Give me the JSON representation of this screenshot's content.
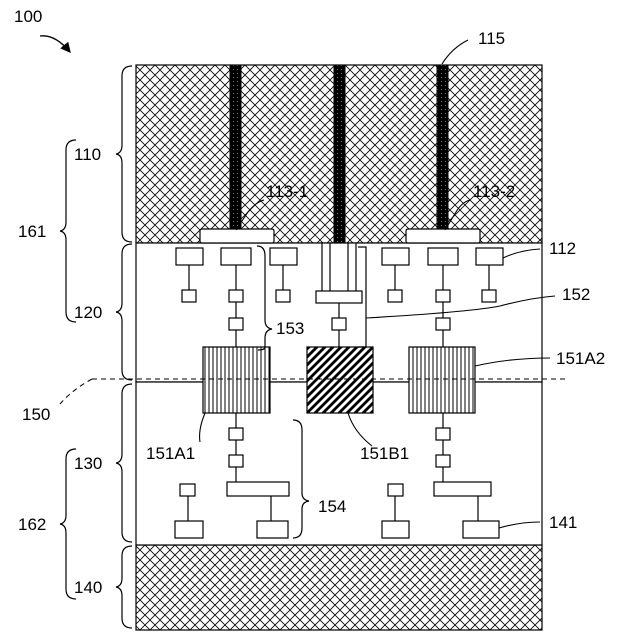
{
  "figure": {
    "ref_main": "100",
    "regions": {
      "r110": "110",
      "r120": "120",
      "r130": "130",
      "r140": "140",
      "r161": "161",
      "r162": "162"
    },
    "labels": {
      "via": "115",
      "pad1": "113-1",
      "pad2": "113-2",
      "contact": "112",
      "group153": "153",
      "line152": "152",
      "chip151a2": "151A2",
      "dashed150": "150",
      "chip151a1": "151A1",
      "chip151b1": "151B1",
      "group154": "154",
      "pad141": "141"
    }
  }
}
